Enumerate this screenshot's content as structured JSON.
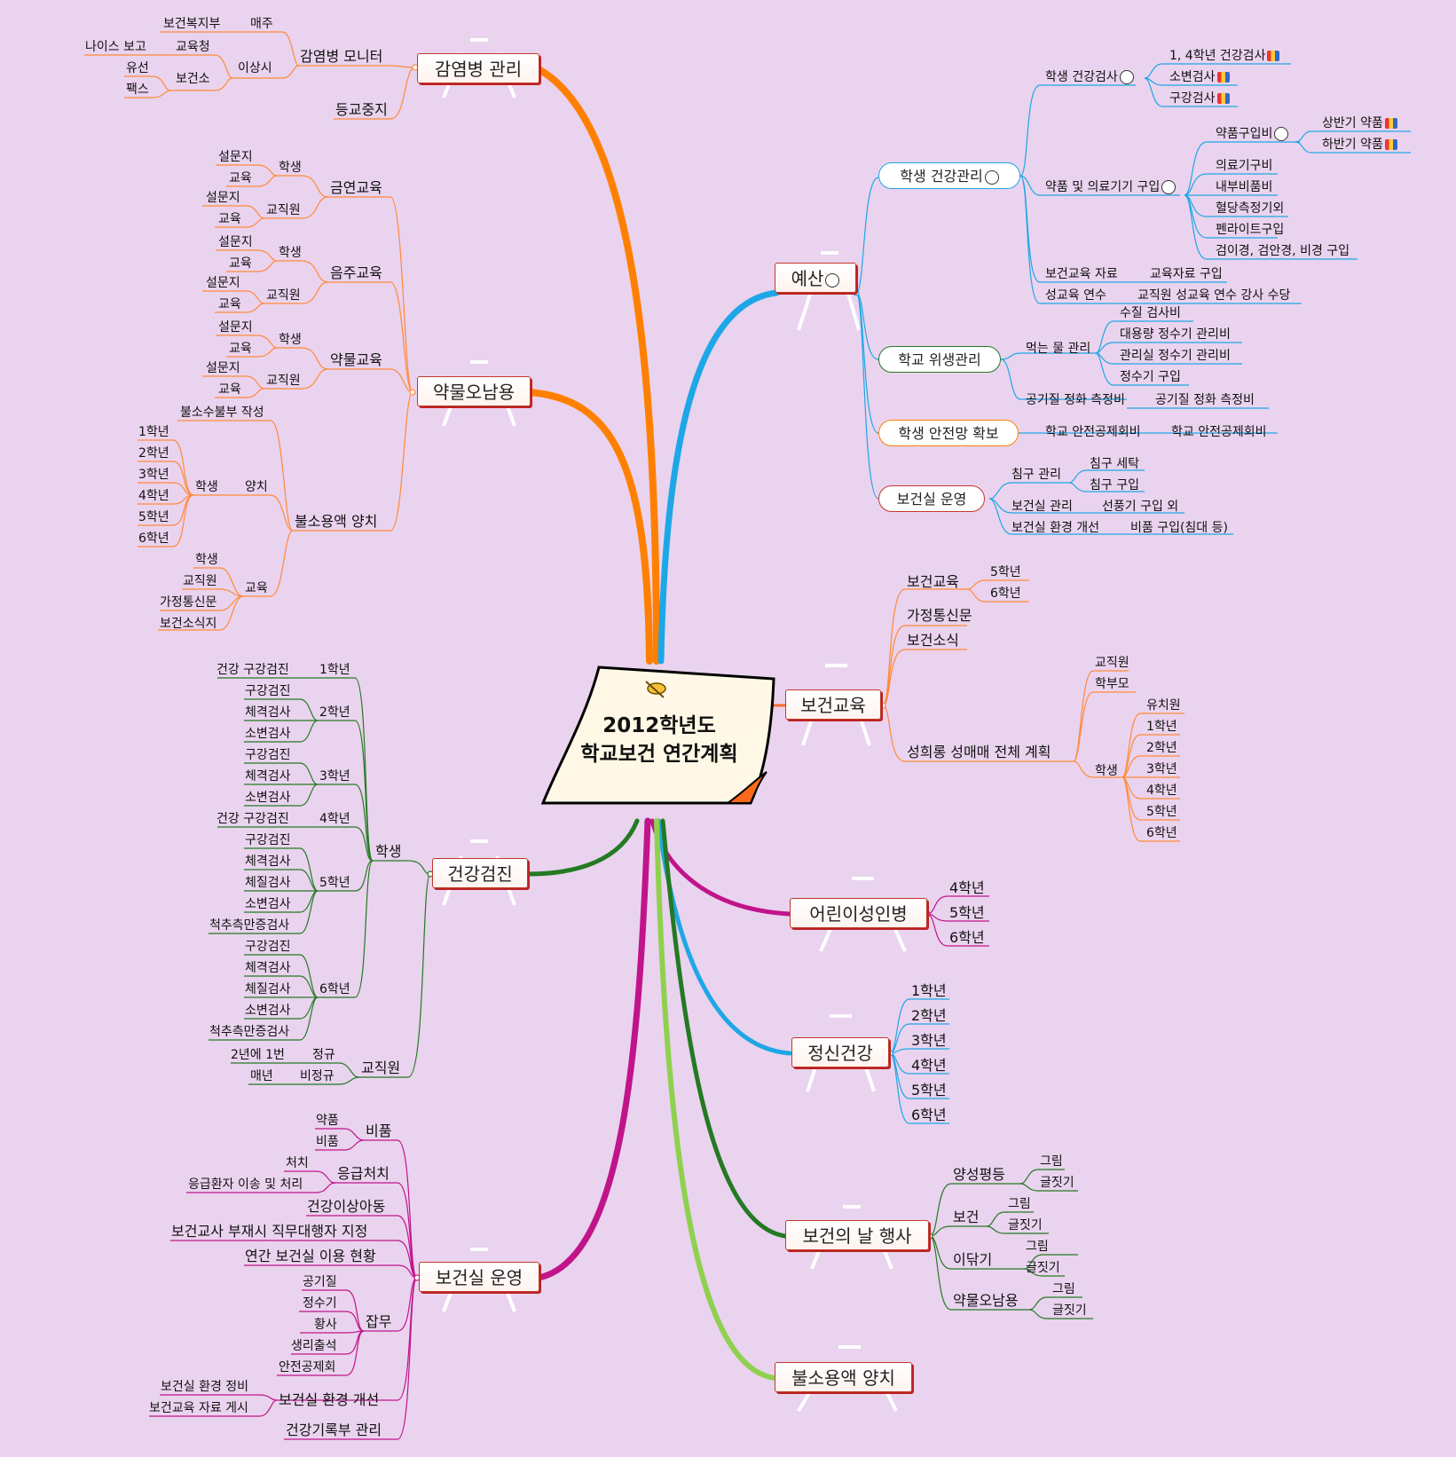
{
  "center": {
    "line1": "2012학년도",
    "line2": "학교보건 연간계획"
  },
  "colors": {
    "background": "#ead3ee",
    "orange": "#ff8000",
    "blue": "#1ea7e6",
    "green": "#237a23",
    "magenta": "#c0148a",
    "lime": "#8fd14f"
  },
  "branches": {
    "infection": {
      "title": "감염병 관리",
      "monitor": "감염병 모니터",
      "weekly": "매주",
      "welfare": "보건복지부",
      "abnormal": "이상시",
      "office": "교육청",
      "neis": "나이스 보고",
      "health_center": "보건소",
      "phone": "유선",
      "fax": "팩스",
      "stop": "등교중지"
    },
    "drug": {
      "title": "약물오남용",
      "smoking": "금연교육",
      "drinking": "음주교육",
      "drugs": "약물교육",
      "student": "학생",
      "staff": "교직원",
      "survey": "설문지",
      "edu": "교육",
      "waste": "불소용액 양치",
      "register": "불소수불부 작성",
      "students": "학생",
      "brushing": "양치",
      "g1": "1학년",
      "g2": "2학년",
      "g3": "3학년",
      "g4": "4학년",
      "g5": "5학년",
      "g6": "6학년",
      "education": "교육",
      "e_student": "학생",
      "e_staff": "교직원",
      "e_news": "가정통신문",
      "e_health": "보건소식지"
    },
    "checkup": {
      "title": "건강검진",
      "student": "학생",
      "staff": "교직원",
      "g1": "1학년",
      "g2": "2학년",
      "g3": "3학년",
      "g4": "4학년",
      "g5": "5학년",
      "g6": "6학년",
      "oral_full": "건강 구강검진",
      "oral": "구강검진",
      "body": "체격검사",
      "urine": "소변검사",
      "physique": "체질검사",
      "spine": "척추측만증검사",
      "regular": "정규",
      "irregular": "비정규",
      "biannual": "2년에 1번",
      "yearly": "매년"
    },
    "room": {
      "title": "보건실 운영",
      "supplies": "비품",
      "s1": "약품",
      "s2": "비품",
      "first_aid": "응급처치",
      "f1": "처치",
      "f2": "응급환자 이송 및 처리",
      "abnormal_kids": "건강이상아동",
      "deputy": "보건교사 부재시 직무대행자 지정",
      "usage": "연간 보건실 이용 현황",
      "misc": "잡무",
      "m1": "공기질",
      "m2": "정수기",
      "m3": "황사",
      "m4": "생리출석",
      "m5": "안전공제회",
      "env": "보건실 환경 개선",
      "env1": "보건실 환경 정비",
      "env2": "보건교육 자료 게시",
      "records": "건강기록부 관리"
    },
    "budget": {
      "title": "예산",
      "health_mgmt": "학생 건강관리",
      "checkup": "학생 건강검사",
      "c1": "1, 4학년 건강검사",
      "c2": "소변검사",
      "c3": "구강검사",
      "purchase": "약품 및 의료기기 구입",
      "drug_cost": "약품구입비",
      "first_half": "상반기 약품",
      "second_half": "하반기 약품",
      "p1": "의료기구비",
      "p2": "내부비품비",
      "p3": "혈당측정기외",
      "p4": "펜라이트구입",
      "p5": "검이경, 검안경, 비경 구입",
      "edu_material": "보건교육 자료",
      "edu_material_v": "교육자료 구입",
      "sex_training": "성교육 연수",
      "sex_training_v": "교직원 성교육 연수 강사 수당",
      "hygiene": "학교 위생관리",
      "water": "먹는 물 관리",
      "w1": "수질 검사비",
      "w2": "대용량 정수기 관리비",
      "w3": "관리실 정수기 관리비",
      "w4": "정수기 구입",
      "air": "공기질 정화 측정비",
      "air_v": "공기질 정화 측정비",
      "safety": "학생 안전망 확보",
      "safety_a": "학교 안전공제회비",
      "safety_v": "학교 안전공제회비",
      "room_op": "보건실 운영",
      "bed": "침구 관리",
      "bed1": "침구 세탁",
      "bed2": "침구 구입",
      "room_mgmt": "보건실 관리",
      "room_mgmt_v": "선풍기 구입 외",
      "room_env": "보건실 환경 개선",
      "room_env_v": "비품 구입(침대 등)"
    },
    "education": {
      "title": "보건교육",
      "health_edu": "보건교육",
      "g5": "5학년",
      "g6": "6학년",
      "news": "가정통신문",
      "health_news": "보건소식",
      "harassment": "성희롱 성매매 전체 계획",
      "staff": "교직원",
      "parents": "학부모",
      "students": "학생",
      "k": "유치원",
      "s1": "1학년",
      "s2": "2학년",
      "s3": "3학년",
      "s4": "4학년",
      "s5": "5학년",
      "s6": "6학년"
    },
    "adult_disease": {
      "title": "어린이성인병",
      "g4": "4학년",
      "g5": "5학년",
      "g6": "6학년"
    },
    "mental": {
      "title": "정신건강",
      "g1": "1학년",
      "g2": "2학년",
      "g3": "3학년",
      "g4": "4학년",
      "g5": "5학년",
      "g6": "6학년"
    },
    "health_day": {
      "title": "보건의 날 행사",
      "equality": "양성평등",
      "health": "보건",
      "teeth": "이닦기",
      "drug_abuse": "약물오남용",
      "drawing": "그림",
      "writing": "글짓기"
    },
    "fluoride": {
      "title": "불소용액 양치"
    }
  }
}
